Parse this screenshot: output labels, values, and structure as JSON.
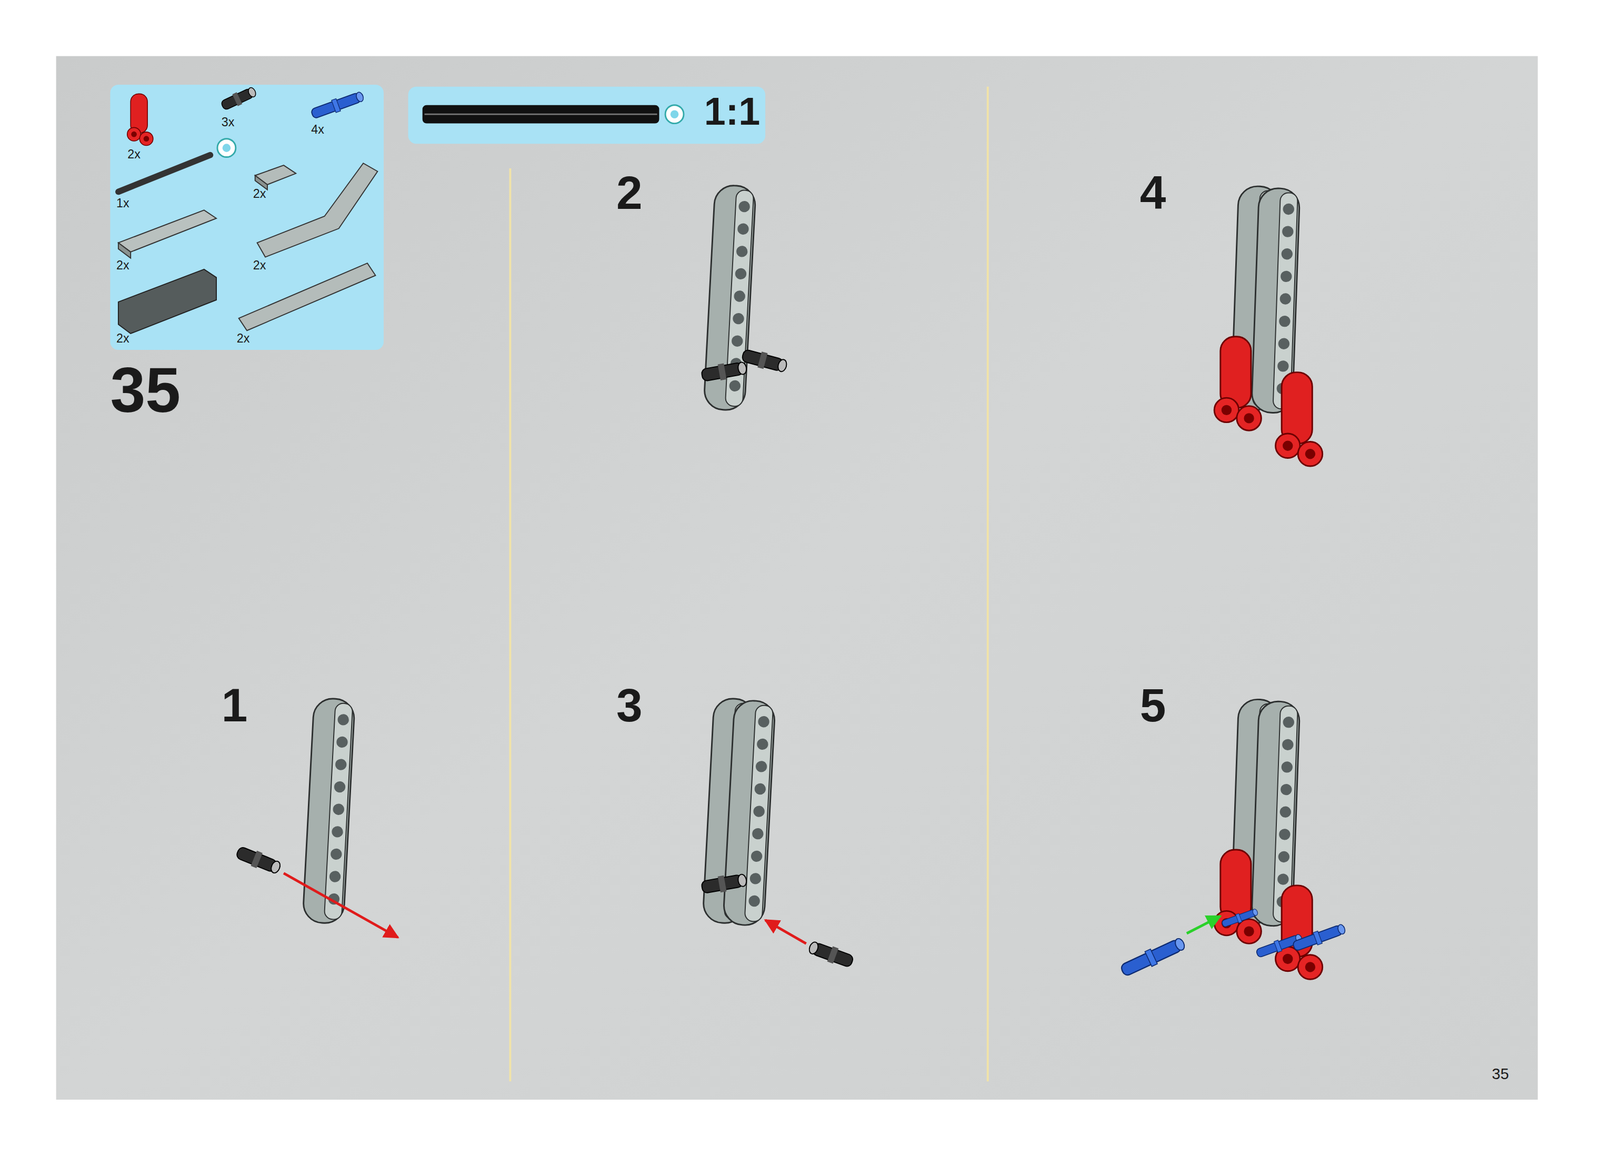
{
  "diagram": {
    "labels": [
      "2x",
      "3x",
      "4x",
      "1x",
      "2x",
      "2x",
      "2x",
      "2x",
      "2x",
      "1:1",
      "35",
      "2",
      "4",
      "1",
      "3",
      "5",
      "35"
    ]
  }
}
